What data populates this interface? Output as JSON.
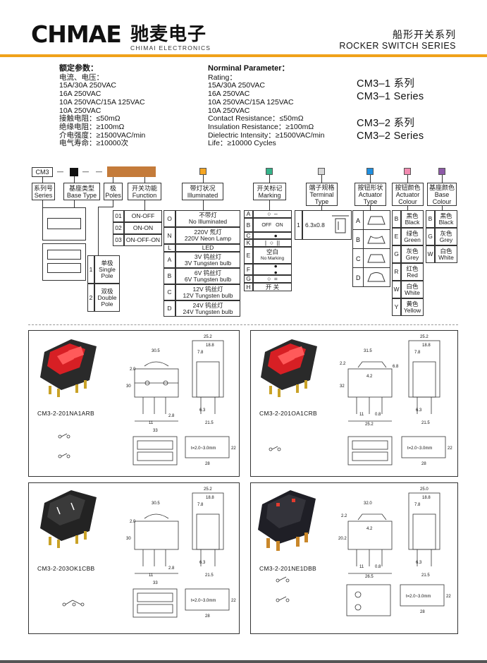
{
  "header": {
    "logo_en": "CHMAE",
    "logo_cn": "驰麦电子",
    "logo_sub": "CHIMAI ELECTRONICS",
    "title_cn": "船形开关系列",
    "title_en": "ROCKER SWITCH SERIES"
  },
  "params_cn": {
    "title": "额定参数：",
    "lines": [
      "电流、电压：",
      "15A/30A 250VAC",
      "16A 250VAC",
      "10A 250VAC/15A 125VAC",
      "10A 250VAC",
      "接触电阻：≤50mΩ",
      "绝缘电阻：≥100mΩ",
      "介电强度：≥1500VAC/min",
      "电气寿命：≥10000次"
    ]
  },
  "params_en": {
    "title": "Norminal Parameter：",
    "lines": [
      "Rating：",
      "15A/30A 250VAC",
      "16A 250VAC",
      "10A 250VAC/15A 125VAC",
      "10A 250VAC",
      "Contact Resistance：≤50mΩ",
      "Insulation Resistance：≥100mΩ",
      "Dielectric Intensity：≥1500VAC/min",
      "Life：≥10000 Cycles"
    ]
  },
  "series": [
    "CM3–1 系列",
    "CM3–1 Series",
    "CM3–2 系列",
    "CM3–2 Series"
  ],
  "code": {
    "prefix": "CM3",
    "colors": {
      "orange": "#f5a623",
      "green": "#35b38a",
      "grey": "#d8d8d8",
      "blue": "#1f8fe0",
      "pink": "#f28bb0",
      "purple": "#8e5aa8",
      "brown": "#c47b3a",
      "black": "#111111"
    },
    "headers": [
      [
        "系列号",
        "Series"
      ],
      [
        "基座类型",
        "Base Type"
      ],
      [
        "极",
        "Poles"
      ],
      [
        "开关功能",
        "Function"
      ],
      [
        "带灯状况",
        "Illuminated"
      ],
      [
        "开关标记",
        "Marking"
      ],
      [
        "端子规格",
        "Terminal",
        "Type"
      ],
      [
        "按钮形状",
        "Actuator",
        "Type"
      ],
      [
        "按钮颜色",
        "Actuator",
        "Colour"
      ],
      [
        "基座颜色",
        "Base",
        "Colour"
      ]
    ],
    "poles": [
      [
        "1",
        "单极",
        "Single",
        "Pole"
      ],
      [
        "2",
        "双极",
        "Double",
        "Pole"
      ]
    ],
    "functions": [
      [
        "01",
        "ON-OFF"
      ],
      [
        "02",
        "ON-ON"
      ],
      [
        "03",
        "ON-OFF-ON"
      ]
    ],
    "illuminated": [
      [
        "O",
        "不带灯",
        "No Illuminated"
      ],
      [
        "N",
        "220V 氖灯",
        "220V Neon Lamp"
      ],
      [
        "L",
        "LED",
        ""
      ],
      [
        "A",
        "3V 钨丝灯",
        "3V Tungsten bulb"
      ],
      [
        "B",
        "6V 钨丝灯",
        "6V Tungsten bulb"
      ],
      [
        "C",
        "12V 钨丝灯",
        "12V Tungsten bulb"
      ],
      [
        "D",
        "24V 钨丝灯",
        "24V Tungsten bulb"
      ]
    ],
    "marking_letters": [
      "A",
      "B",
      "C",
      "K",
      "E",
      "F",
      "G",
      "H"
    ],
    "marking_e": [
      "空白",
      "No Marking"
    ],
    "marking_h": "开  关",
    "terminal": [
      "1",
      "6.3x0.8"
    ],
    "actuator_letters": [
      "A",
      "B",
      "C",
      "D"
    ],
    "actuator_colours": [
      [
        "B",
        "黑色",
        "Black"
      ],
      [
        "E",
        "绿色",
        "Green"
      ],
      [
        "G",
        "灰色",
        "Grey"
      ],
      [
        "R",
        "红色",
        "Red"
      ],
      [
        "W",
        "白色",
        "White"
      ],
      [
        "Y",
        "黄色",
        "Yellow"
      ]
    ],
    "base_colours": [
      [
        "B",
        "黑色",
        "Black"
      ],
      [
        "G",
        "灰色",
        "Grey"
      ],
      [
        "W",
        "白色",
        "White"
      ]
    ]
  },
  "products": [
    {
      "code": "CM3-2-201NA1ARB",
      "dims": [
        "25.2",
        "18.8",
        "30.5",
        "7.8",
        "30",
        "2.0",
        "2.8",
        "11",
        "6.3",
        "33",
        "21.5",
        "22",
        "28",
        "t=2.0~3.0mm"
      ]
    },
    {
      "code": "CM3-2-201OA1CRB",
      "dims": [
        "25.2",
        "18.8",
        "31.5",
        "7.8",
        "6.8",
        "2.2",
        "32",
        "4.2",
        "0.8",
        "11",
        "25.2",
        "6.3",
        "21.5",
        "22",
        "28",
        "t=2.0~3.0mm"
      ]
    },
    {
      "code": "CM3-2-203OK1CBB",
      "dims": [
        "25.2",
        "18.8",
        "30.5",
        "7.8",
        "30",
        "2.0",
        "2.8",
        "11",
        "6.3",
        "33",
        "21.5",
        "22",
        "28",
        "t=2.0~3.0mm"
      ]
    },
    {
      "code": "CM3-2-201NE1DBB",
      "dims": [
        "25.0",
        "18.8",
        "32.0",
        "7.8",
        "20.2",
        "2.2",
        "4.2",
        "0.8",
        "11",
        "26.5",
        "6.3",
        "21.5",
        "22",
        "28",
        "t=2.0~3.0mm"
      ]
    }
  ]
}
